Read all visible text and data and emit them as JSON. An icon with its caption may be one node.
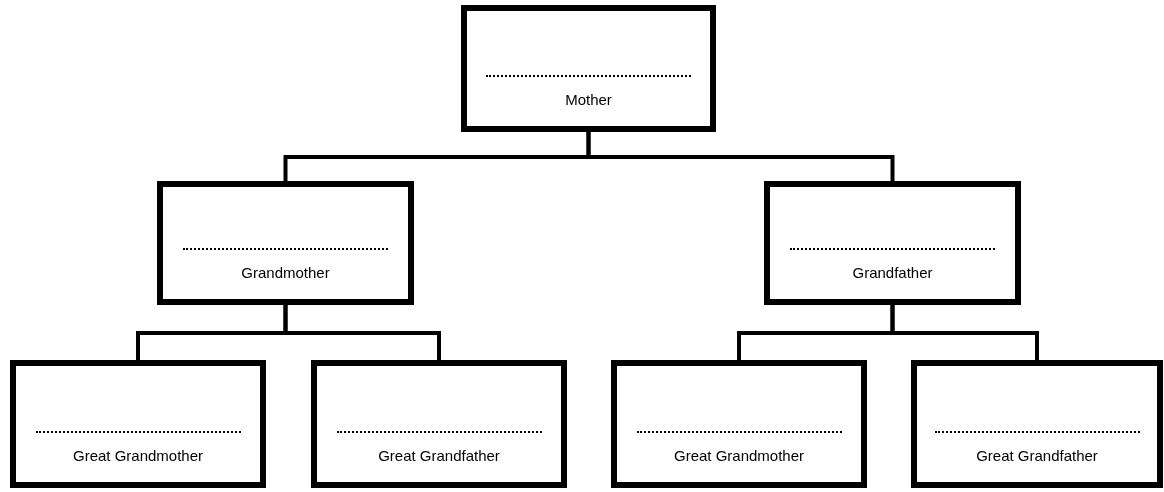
{
  "diagram": {
    "nodes": [
      {
        "text": [
          "Mother"
        ]
      },
      {
        "text": [
          "Grandmother"
        ]
      },
      {
        "text": [
          "Grandfather"
        ]
      },
      {
        "text": [
          "Great Grandmother"
        ]
      },
      {
        "text": [
          "Great Grandfather"
        ]
      },
      {
        "text": [
          "Great Grandmother"
        ]
      },
      {
        "text": [
          "Great Grandfather"
        ]
      }
    ],
    "edges": [
      {
        "from": 0,
        "to": 1,
        "arrow": "none"
      },
      {
        "from": 0,
        "to": 2,
        "arrow": "none"
      },
      {
        "from": 1,
        "to": 3,
        "arrow": "none"
      },
      {
        "from": 1,
        "to": 4,
        "arrow": "none"
      },
      {
        "from": 2,
        "to": 5,
        "arrow": "none"
      },
      {
        "from": 2,
        "to": 6,
        "arrow": "none"
      }
    ]
  }
}
